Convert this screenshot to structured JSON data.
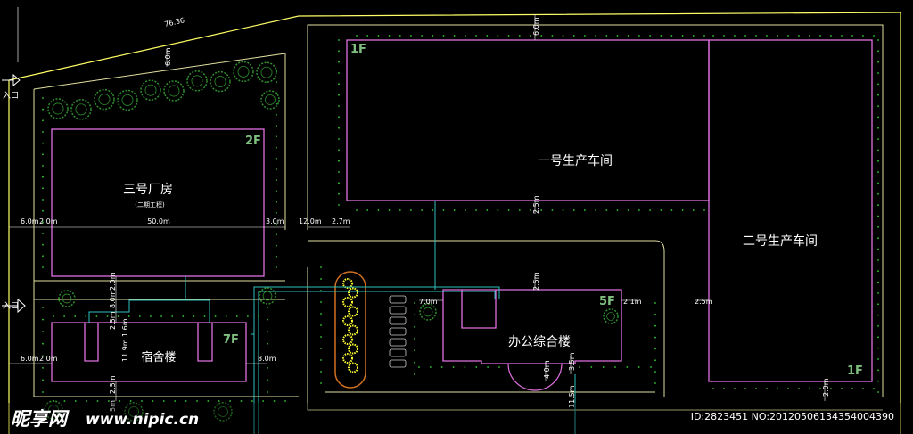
{
  "colors": {
    "background": "#000000",
    "building": "#e070e0",
    "road": "#e0e0a0",
    "plot": "#ffff66",
    "tree": "#2f8f2f",
    "dot": "#33cc33",
    "pipe": "#30c0c0",
    "dimension": "#ffffff",
    "orange": "#d07020",
    "floor_label": "#7fbf7f"
  },
  "buildings": {
    "b1": {
      "name": "一号生产车间",
      "floors": "1F"
    },
    "b2": {
      "name": "二号生产车间",
      "floors": "1F"
    },
    "b3": {
      "name": "三号厂房",
      "subname": "(二期工程)",
      "floors": "2F"
    },
    "dorm": {
      "name": "宿舍楼",
      "floors": "7F"
    },
    "office": {
      "name": "办公综合楼",
      "floors": "5F"
    }
  },
  "entrances": {
    "west_top": "入口",
    "west_mid": "入口"
  },
  "dimensions": {
    "top_length": "76.36",
    "top_setback": "6.0m",
    "left_6": "6.0m",
    "left_2": "2.0m",
    "b3_width": "50.0m",
    "gap_3": "3.0m",
    "gap_12": "12.0m",
    "gap_27": "2.7m",
    "gap_25a": "2.5m",
    "gap_25b": "2.5m",
    "gap_8": "8.0m",
    "gap_2b": "2.0m",
    "dorm_25": "2.5m",
    "dorm_16": "1.6m",
    "dorm_119": "11.9m",
    "left_6b": "6.0m",
    "left_2b": "2.0m",
    "right_80": "8.0m",
    "dorm_25b": "2.5m",
    "dorm_5": "5m",
    "office_70": "7.0m",
    "office_21": "2.1m",
    "b2_25": "2.5m",
    "office_40": "4.0m",
    "office_35": "3.5m",
    "office_115": "11.5m",
    "b2_20": "2.0m"
  },
  "watermark": {
    "logo": "昵享网",
    "site": "www.nipic.cn",
    "id": "ID:2823451 NO:20120506134354004390"
  }
}
